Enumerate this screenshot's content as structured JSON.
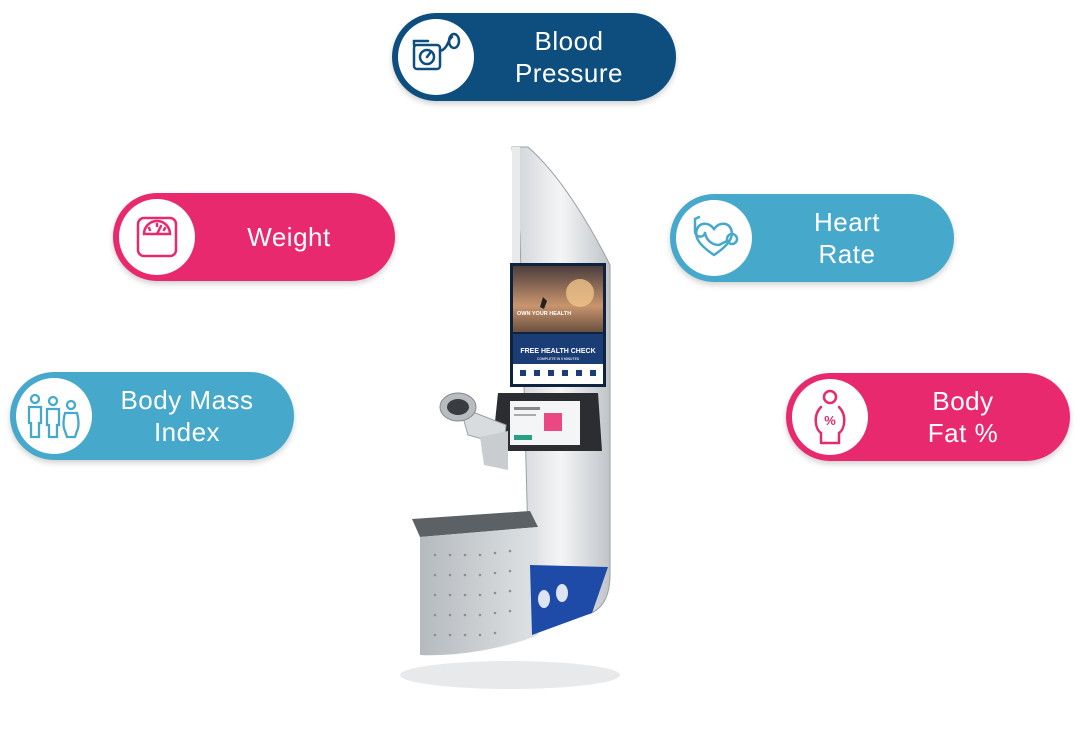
{
  "features": {
    "blood_pressure": {
      "line1": "Blood",
      "line2": "Pressure",
      "icon": "blood-pressure-cuff-icon",
      "color": "#0d4e7f"
    },
    "weight": {
      "line1": "Weight",
      "icon": "scale-icon",
      "color": "#e9296e"
    },
    "heart_rate": {
      "line1": "Heart",
      "line2": "Rate",
      "icon": "heart-stethoscope-icon",
      "color": "#46a9cc"
    },
    "bmi": {
      "line1": "Body Mass",
      "line2": "Index",
      "icon": "people-group-icon",
      "color": "#46a9cc"
    },
    "body_fat": {
      "line1": "Body",
      "line2": "Fat %",
      "icon": "body-percent-icon",
      "color": "#e9296e"
    }
  },
  "kiosk_screen": {
    "headline": "OWN YOUR HEALTH",
    "banner": "FREE HEALTH CHECK",
    "subbanner": "COMPLETE IN 5 MINUTES"
  }
}
